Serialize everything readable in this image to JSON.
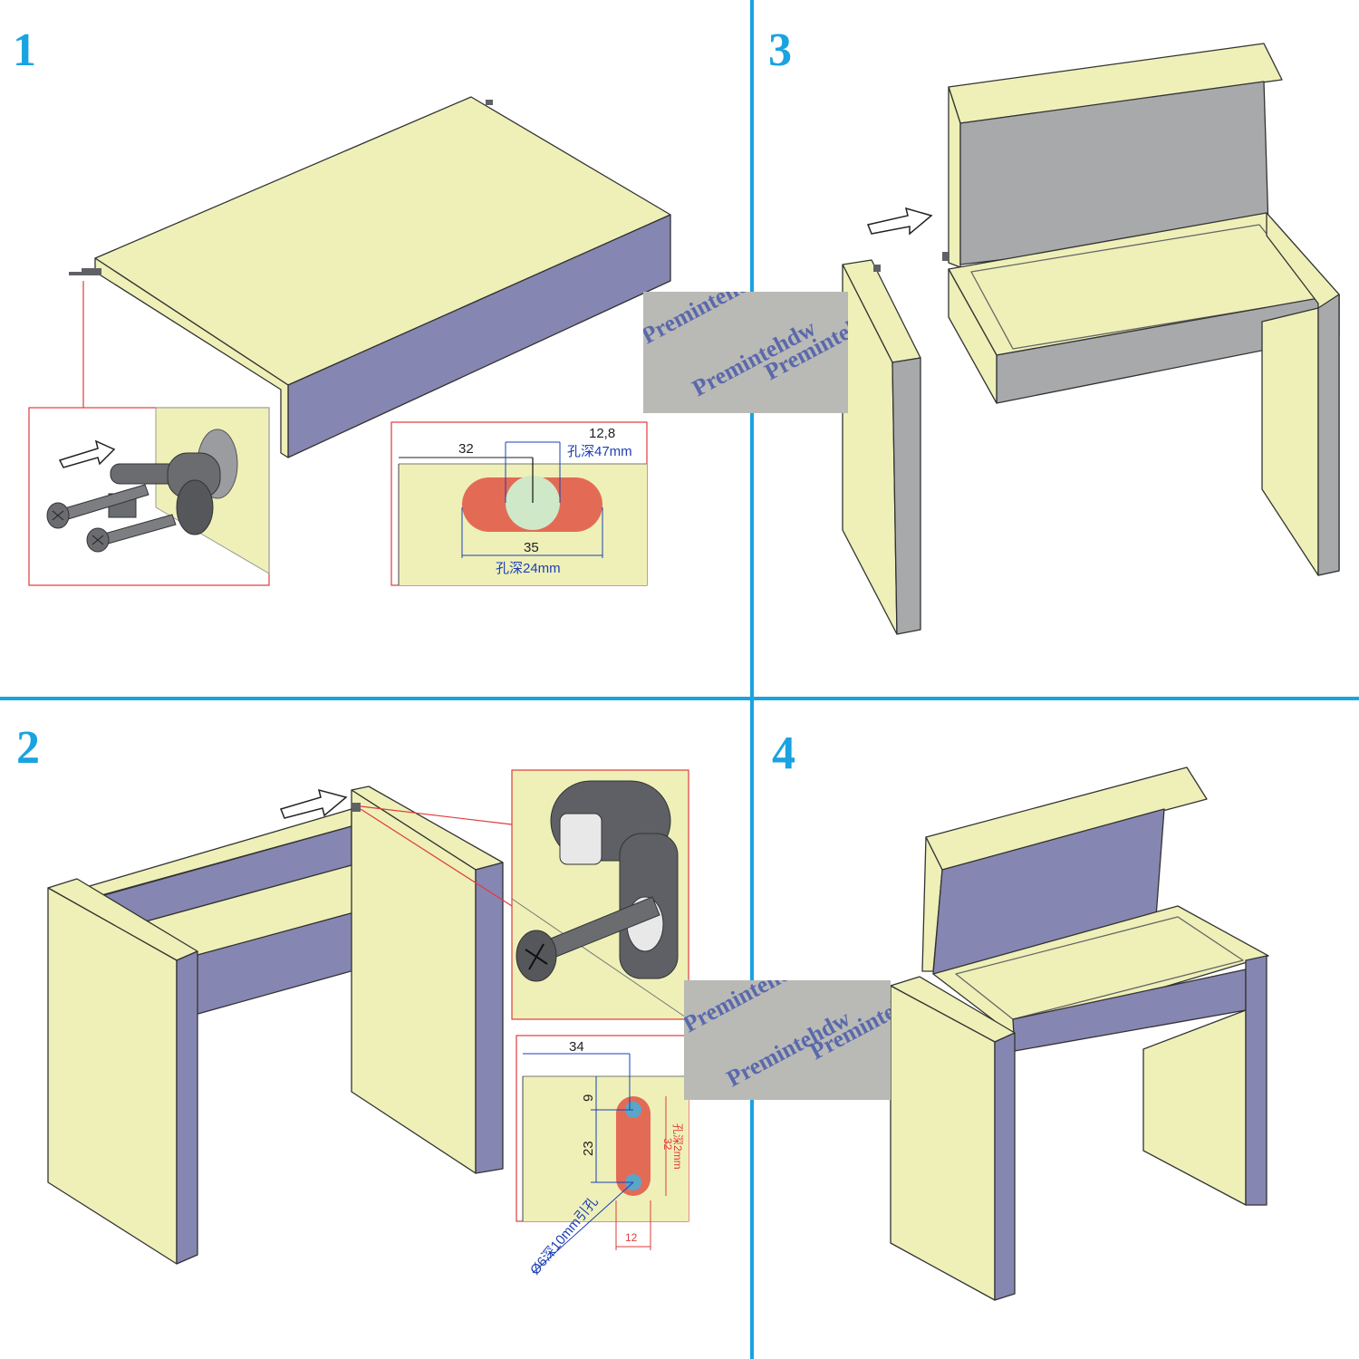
{
  "colors": {
    "divider": "#19a3e0",
    "step_number": "#19a3e0",
    "panel_face": "#eef0b8",
    "panel_side": "#8686b2",
    "panel_grey": "#a7a9ab",
    "callout_border": "#e03b3b",
    "slot_fill": "#e36b55",
    "dimension_blue": "#1d3fb5",
    "hardware_grey": "#5f6166"
  },
  "steps": [
    {
      "number": "1"
    },
    {
      "number": "2"
    },
    {
      "number": "3"
    },
    {
      "number": "4"
    }
  ],
  "icons": {
    "arrow": "push-arrow-icon",
    "screw": "screw-icon",
    "connector": "cam-connector-icon"
  },
  "step1": {
    "detail_a": {
      "dim_width": "32",
      "dim_hole": "12,8",
      "depth_hole": "孔深47mm",
      "dim_slot": "35",
      "depth_slot": "孔深24mm"
    }
  },
  "step2": {
    "detail_b": {
      "dim_offset": "34",
      "dim_top": "9",
      "dim_between": "23",
      "dim_length": "32",
      "depth_slot": "孔深2mm",
      "pilot_hole": "Ø6深10mm引孔",
      "dim_width": "12"
    }
  },
  "watermark": {
    "text": "Premintehdw"
  }
}
